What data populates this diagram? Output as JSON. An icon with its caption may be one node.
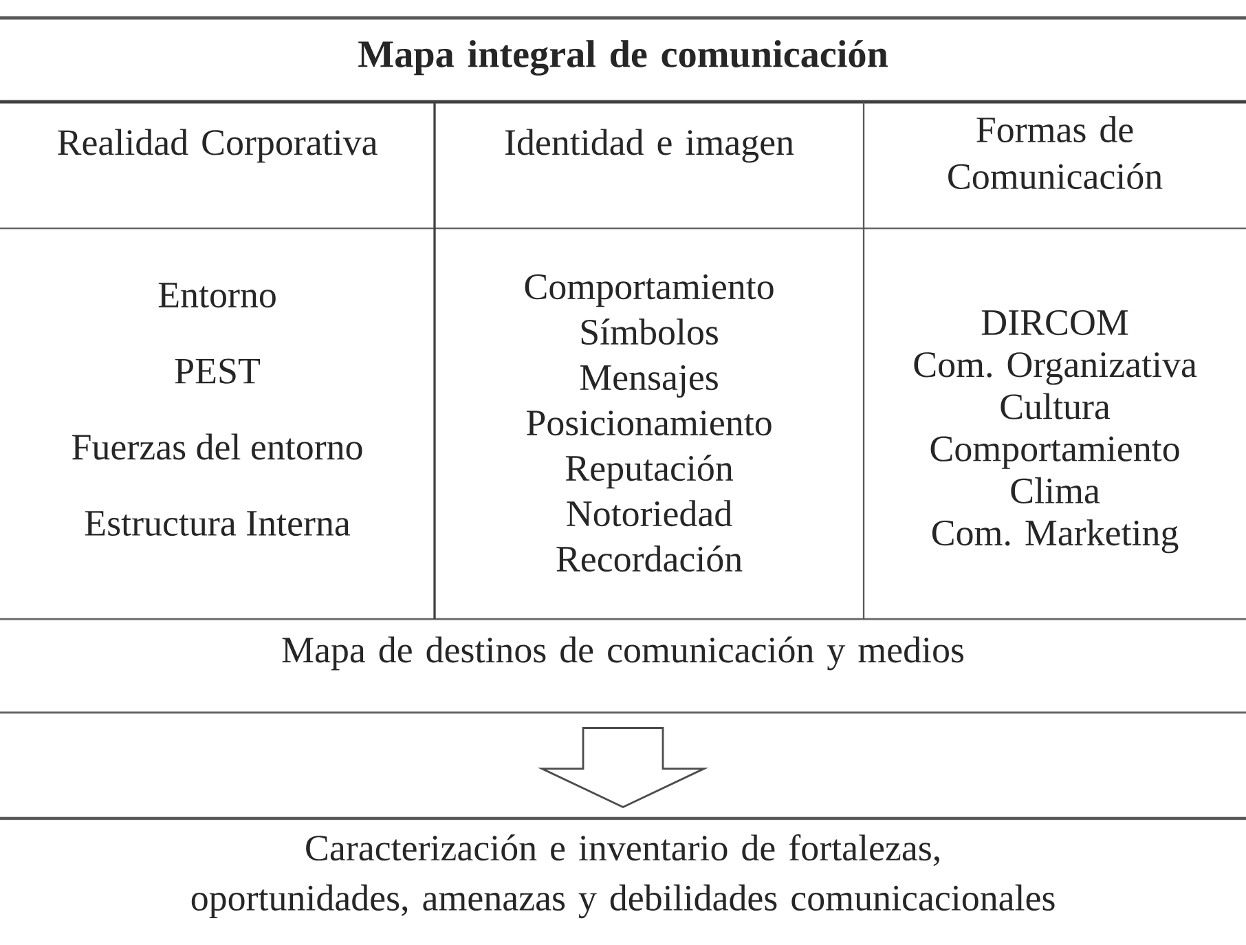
{
  "diagram": {
    "title": "Mapa integral de comunicación",
    "nodes": [
      {
        "text": [
          "Realidad Corporativa",
          "Entorno",
          "PEST",
          "Fuerzas del entorno",
          "Estructura Interna"
        ]
      },
      {
        "text": [
          "Identidad e imagen",
          "Comportamiento",
          "Símbolos",
          "Mensajes",
          "Posicionamiento",
          "Reputación",
          "Notoriedad",
          "Recordación"
        ]
      },
      {
        "text": [
          "Formas de Comunicación",
          "DIRCOM",
          "Com. Organizativa",
          "Cultura",
          "Comportamiento",
          "Clima",
          "Com. Marketing"
        ]
      },
      {
        "text": [
          "Mapa de destinos de comunicación y medios"
        ]
      },
      {
        "text": [
          "Caracterización e inventario de fortalezas, oportunidades, amenazas y debilidades comunicacionales"
        ]
      }
    ],
    "edges": [
      {
        "from": 3,
        "to": 4,
        "arrow": "to"
      }
    ]
  }
}
